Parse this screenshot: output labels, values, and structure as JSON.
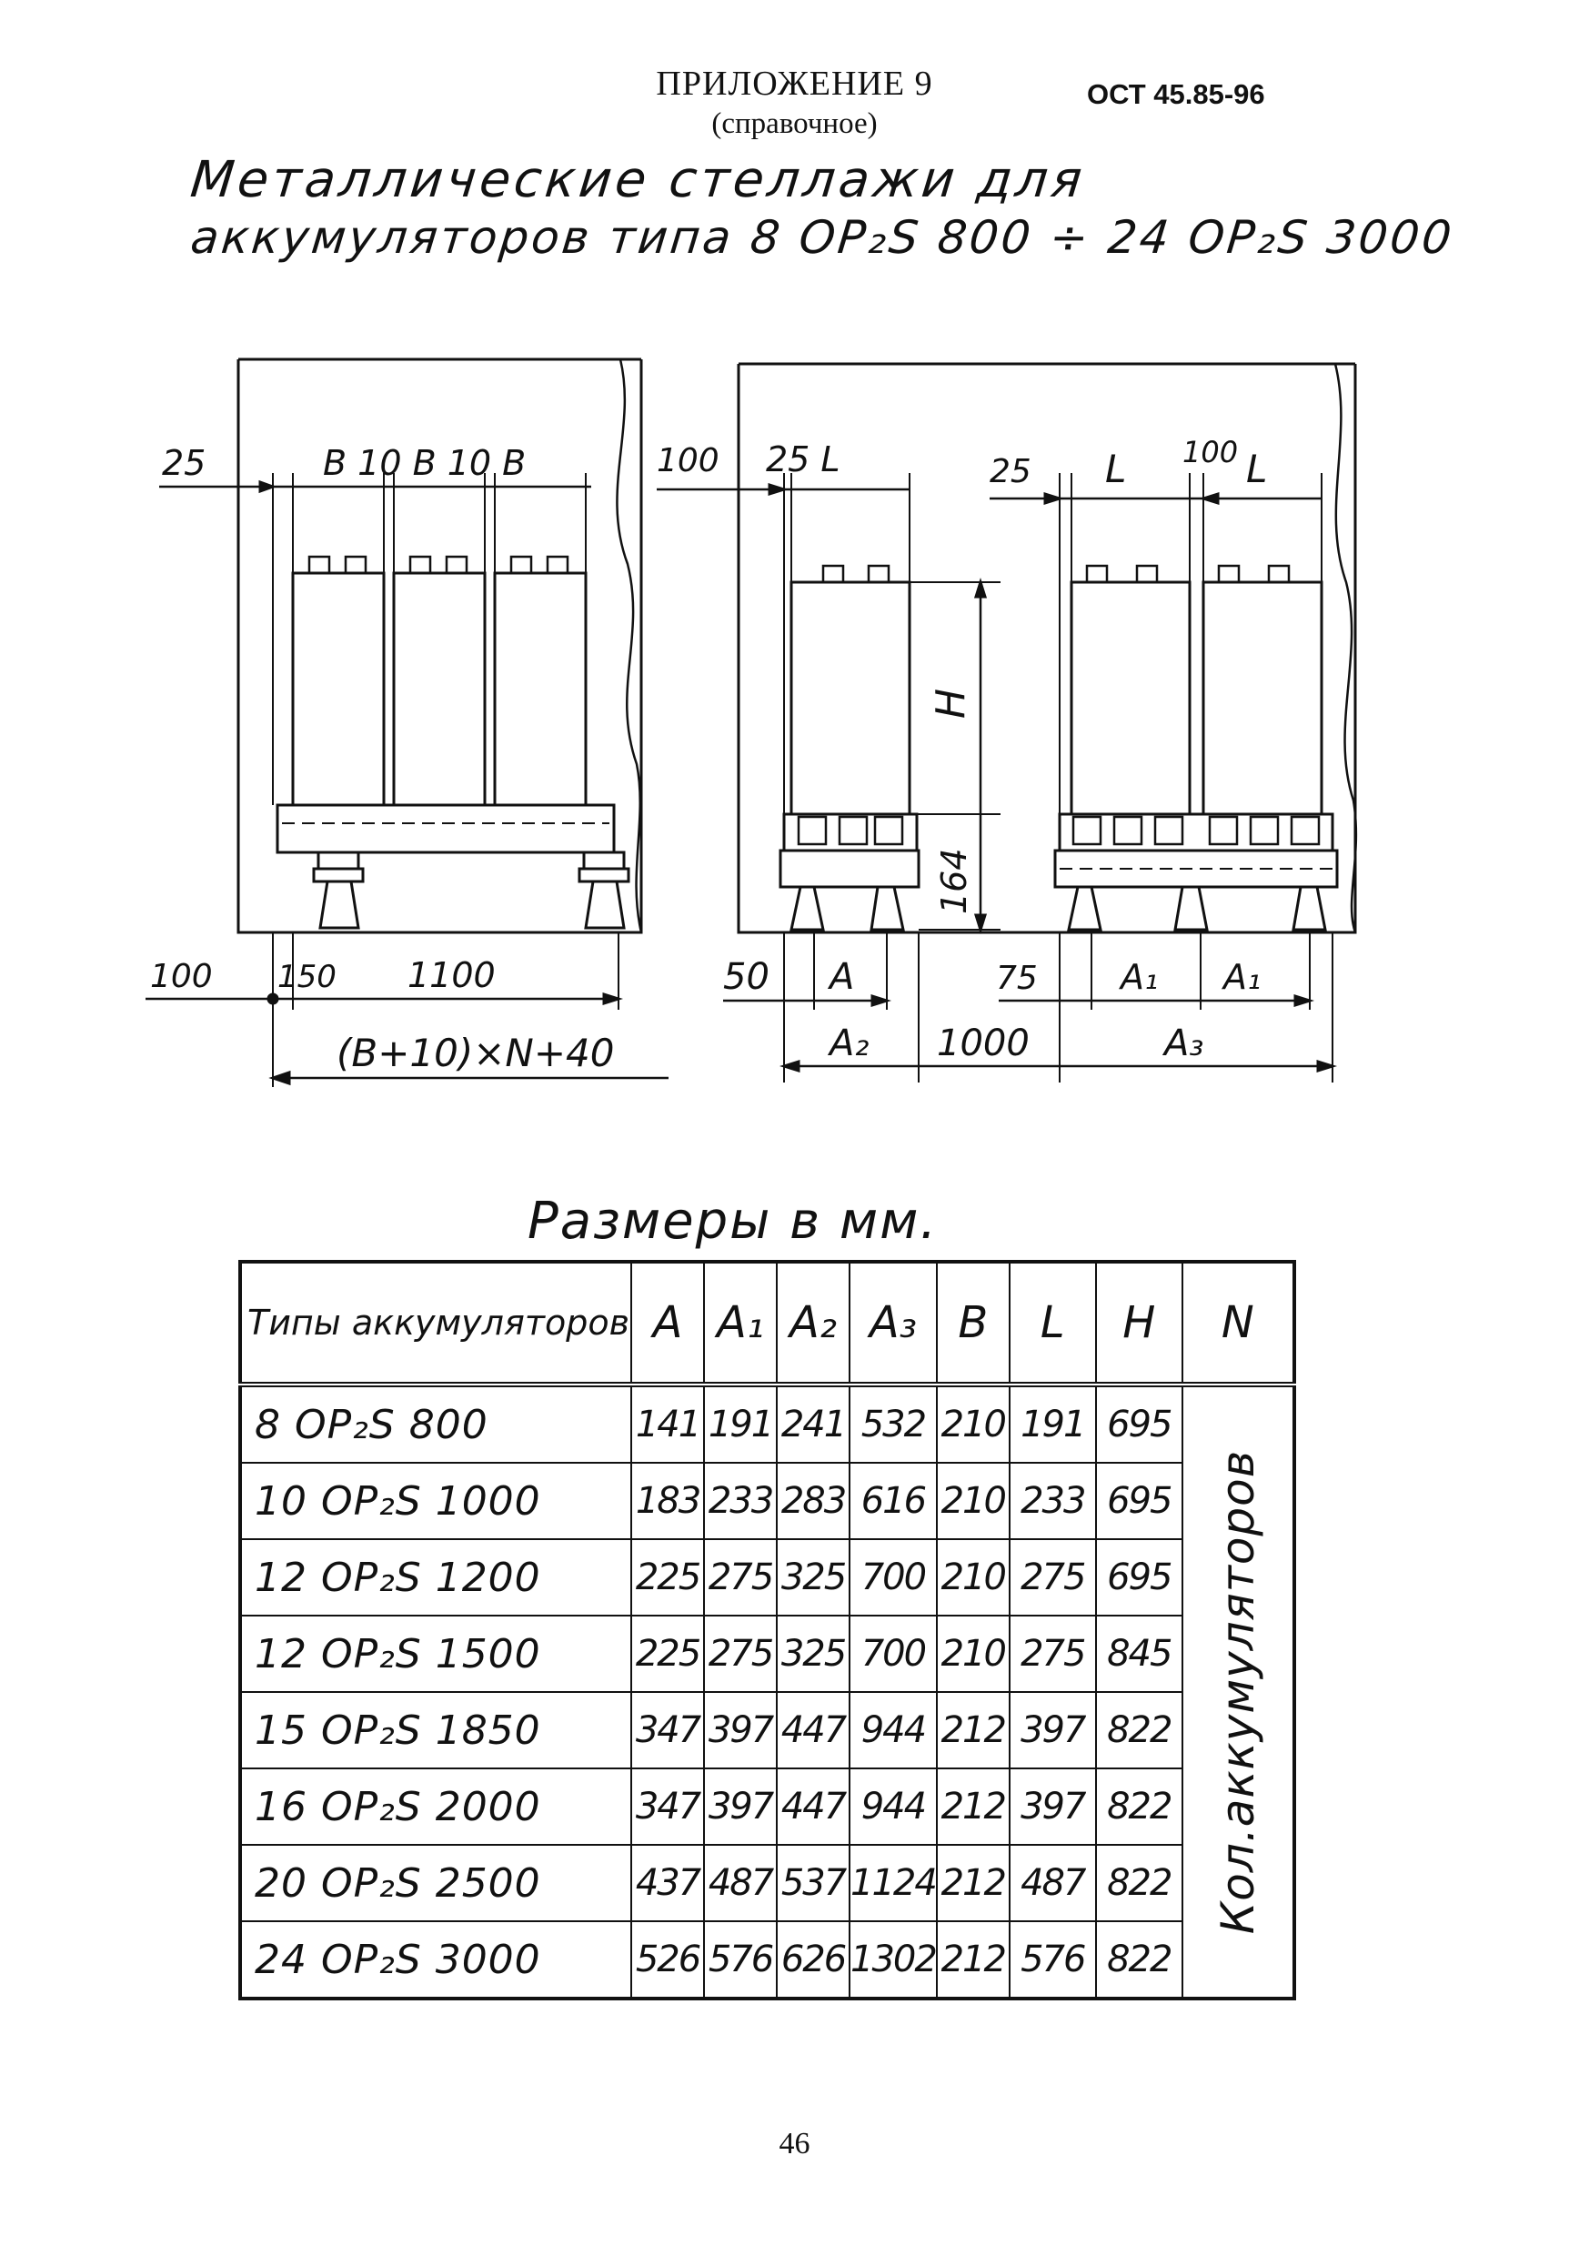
{
  "header": {
    "appendix": "ПРИЛОЖЕНИЕ 9",
    "note": "(справочное)",
    "standard": "ОСТ 45.85-96"
  },
  "title": {
    "line1": "Металлические стеллажи для",
    "line2": "аккумуляторов типа 8 OP₂S 800 ÷ 24 OP₂S 3000"
  },
  "drawing": {
    "left": {
      "top_dims": [
        "25",
        "B 10 B 10 B"
      ],
      "bottom_dims": [
        "100",
        "150",
        "1100"
      ],
      "formula": "(B+10)×N+40"
    },
    "right": {
      "top_dims": [
        "100",
        "25 L",
        "25",
        "L",
        "100",
        "L"
      ],
      "height_dims": [
        "H",
        "164"
      ],
      "bottom_dims": [
        "50",
        "A",
        "75",
        "A₁",
        "A₁"
      ],
      "overall_dims": [
        "A₂",
        "1000",
        "A₃"
      ]
    }
  },
  "units_caption": "Размеры в мм.",
  "table": {
    "headers": [
      "Типы аккумуляторов",
      "A",
      "A₁",
      "A₂",
      "A₃",
      "B",
      "L",
      "H",
      "N"
    ],
    "n_column_note": "Кол.аккумуляторов",
    "rows": [
      [
        "8 OP₂S 800",
        "141",
        "191",
        "241",
        "532",
        "210",
        "191",
        "695"
      ],
      [
        "10 OP₂S 1000",
        "183",
        "233",
        "283",
        "616",
        "210",
        "233",
        "695"
      ],
      [
        "12 OP₂S 1200",
        "225",
        "275",
        "325",
        "700",
        "210",
        "275",
        "695"
      ],
      [
        "12 OP₂S 1500",
        "225",
        "275",
        "325",
        "700",
        "210",
        "275",
        "845"
      ],
      [
        "15 OP₂S 1850",
        "347",
        "397",
        "447",
        "944",
        "212",
        "397",
        "822"
      ],
      [
        "16 OP₂S 2000",
        "347",
        "397",
        "447",
        "944",
        "212",
        "397",
        "822"
      ],
      [
        "20 OP₂S 2500",
        "437",
        "487",
        "537",
        "1124",
        "212",
        "487",
        "822"
      ],
      [
        "24 OP₂S 3000",
        "526",
        "576",
        "626",
        "1302",
        "212",
        "576",
        "822"
      ]
    ]
  },
  "page_number": "46"
}
